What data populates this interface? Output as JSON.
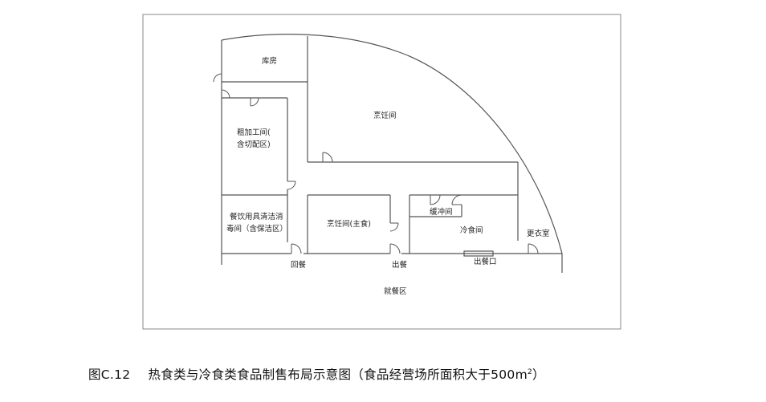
{
  "rooms": {
    "storage": "库房",
    "cooking_room": "烹饪间",
    "rough_processing_line1": "粗加工间(",
    "rough_processing_line2": "含切配区)",
    "tableware_line1": "餐饮用具清洁消",
    "tableware_line2": "毒间（含保洁区）",
    "staple_cooking": "烹饪间(主食)",
    "buffer_room": "缓冲间",
    "cold_food_room": "冷食间",
    "changing_room": "更衣室"
  },
  "openings": {
    "return_dishes": "回餐",
    "serving_out": "出餐",
    "serving_window": "出餐口"
  },
  "dining_area": "就餐区",
  "caption": {
    "number": "图C.12",
    "title": "热食类与冷食类食品制售布局示意图（食品经营场所面积大于500m",
    "superscript": "2",
    "close": "）"
  }
}
